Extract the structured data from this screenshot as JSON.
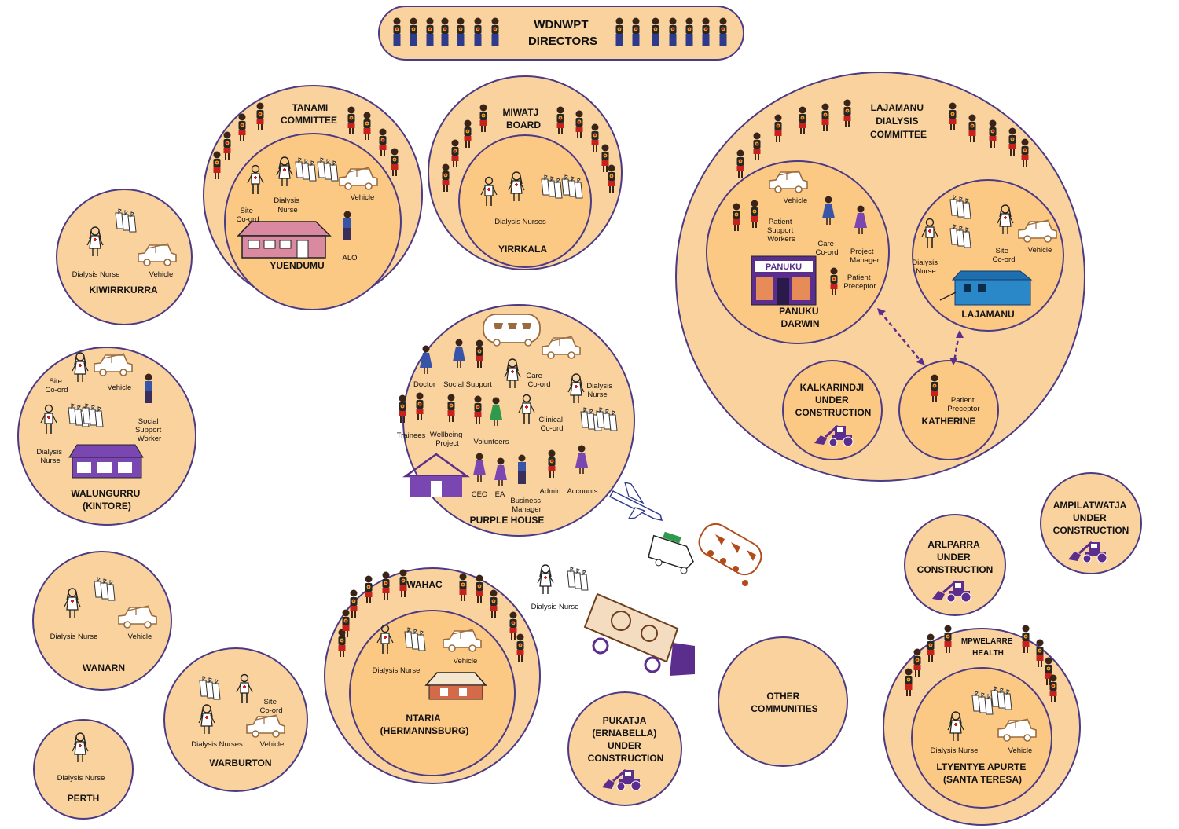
{
  "title": [
    "WDNWPT",
    "DIRECTORS"
  ],
  "groups": {
    "tanami": {
      "header": [
        "TANAMI",
        "COMMITTEE"
      ],
      "name": "YUENDUMU",
      "roles": {
        "site_coord": [
          "Site",
          "Co-ord"
        ],
        "dialysis_nurse": [
          "Dialysis",
          "Nurse"
        ],
        "vehicle": "Vehicle",
        "alo": "ALO"
      }
    },
    "miwatj": {
      "header": [
        "MIWATJ",
        "BOARD"
      ],
      "name": "YIRRKALA",
      "roles": {
        "dialysis_nurses": "Dialysis Nurses"
      }
    },
    "lajamanu_committee": {
      "header": [
        "LAJAMANU",
        "DIALYSIS",
        "COMMITTEE"
      ]
    },
    "panuku": {
      "name": [
        "PANUKU",
        "DARWIN"
      ],
      "sign": "PANUKU",
      "roles": {
        "vehicle": "Vehicle",
        "patient_support": [
          "Patient",
          "Support",
          "Workers"
        ],
        "care_coord": [
          "Care",
          "Co-ord"
        ],
        "project_manager": [
          "Project",
          "Manager"
        ],
        "patient_preceptor": [
          "Patient",
          "Preceptor"
        ]
      }
    },
    "lajamanu": {
      "name": "LAJAMANU",
      "roles": {
        "dialysis_nurse": [
          "Dialysis",
          "Nurse"
        ],
        "site_coord": [
          "Site",
          "Co-ord"
        ],
        "vehicle": "Vehicle"
      }
    },
    "kalkarindji": {
      "name": [
        "KALKARINDJI",
        "UNDER",
        "CONSTRUCTION"
      ]
    },
    "katherine": {
      "name": "KATHERINE",
      "roles": {
        "patient_preceptor": [
          "Patient",
          "Preceptor"
        ]
      }
    },
    "kiwirrkurra": {
      "name": "KIWIRRKURRA",
      "roles": {
        "dialysis_nurse": "Dialysis Nurse",
        "vehicle": "Vehicle"
      }
    },
    "walungurru": {
      "name": [
        "WALUNGURRU",
        "(KINTORE)"
      ],
      "roles": {
        "site_coord": [
          "Site",
          "Co-ord"
        ],
        "vehicle": "Vehicle",
        "social_support": [
          "Social",
          "Support",
          "Worker"
        ],
        "dialysis_nurse": [
          "Dialysis",
          "Nurse"
        ]
      }
    },
    "purple_house": {
      "name": "PURPLE HOUSE",
      "roles": {
        "doctor": "Doctor",
        "social_support": "Social Support",
        "care_coord": [
          "Care",
          "Co-ord"
        ],
        "dialysis_nurse": [
          "Dialysis",
          "Nurse"
        ],
        "trainees": "Trainees",
        "wellbeing": [
          "Wellbeing",
          "Project"
        ],
        "volunteers": "Volunteers",
        "clinical_coord": [
          "Clinical",
          "Co-ord"
        ],
        "ceo": "CEO",
        "ea": "EA",
        "business_manager": [
          "Business",
          "Manager"
        ],
        "admin": "Admin",
        "accounts": "Accounts"
      }
    },
    "ampilatwatja": {
      "name": [
        "AMPILATWATJA",
        "UNDER",
        "CONSTRUCTION"
      ]
    },
    "arlparra": {
      "name": [
        "ARLPARRA",
        "UNDER",
        "CONSTRUCTION"
      ]
    },
    "wanarn": {
      "name": "WANARN",
      "roles": {
        "dialysis_nurse": "Dialysis Nurse",
        "vehicle": "Vehicle"
      }
    },
    "wahac": {
      "header": "WAHAC",
      "name": [
        "NTARIA",
        "(HERMANNSBURG)"
      ],
      "roles": {
        "dialysis_nurse": "Dialysis Nurse",
        "vehicle": "Vehicle"
      }
    },
    "mobile": {
      "roles": {
        "dialysis_nurse": "Dialysis Nurse"
      }
    },
    "warburton": {
      "name": "WARBURTON",
      "roles": {
        "site_coord": [
          "Site",
          "Co-ord"
        ],
        "dialysis_nurses": "Dialysis Nurses",
        "vehicle": "Vehicle"
      }
    },
    "pukatja": {
      "name": [
        "PUKATJA",
        "(ERNABELLA)",
        "UNDER",
        "CONSTRUCTION"
      ]
    },
    "other": {
      "name": [
        "OTHER",
        "COMMUNITIES"
      ]
    },
    "mpwelarre": {
      "header": [
        "MPWELARRE",
        "HEALTH"
      ],
      "name": [
        "LTYENTYE APURTE",
        "(SANTA TERESA)"
      ],
      "roles": {
        "dialysis_nurse": "Dialysis Nurse",
        "vehicle": "Vehicle"
      }
    },
    "perth": {
      "name": "PERTH",
      "roles": {
        "dialysis_nurse": "Dialysis Nurse"
      }
    }
  },
  "colors": {
    "circle": "#fad29e",
    "inner": "#fcc985",
    "outline": "#4b3a86",
    "purple": "#5b2d8c",
    "vehicle": "#9a6b3e"
  }
}
